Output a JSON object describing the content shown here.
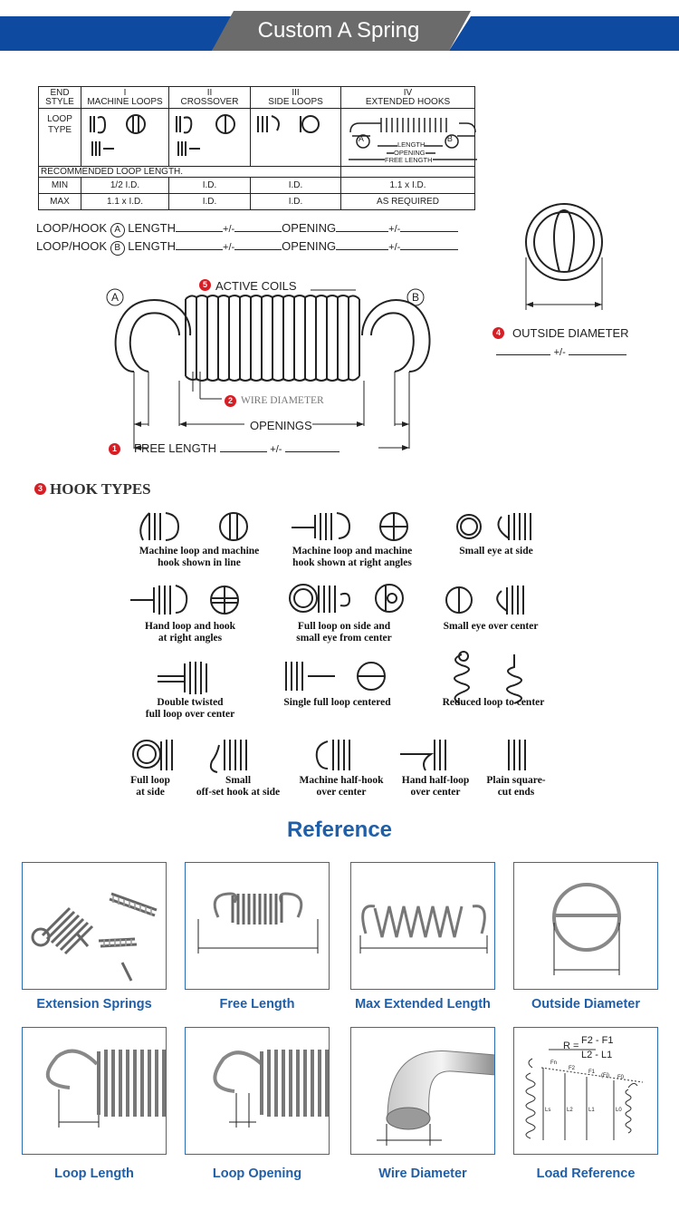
{
  "banner": {
    "title": "Custom A Spring",
    "color_dark": "#0d4aa0",
    "color_gray": "#6b6b6b"
  },
  "spec_table": {
    "corner_label_1": "END",
    "corner_label_2": "STYLE",
    "roman": [
      "I",
      "II",
      "III",
      "IV"
    ],
    "columns": [
      "MACHINE LOOPS",
      "CROSSOVER",
      "SIDE LOOPS",
      "EXTENDED HOOKS"
    ],
    "loop_type_1": "LOOP",
    "loop_type_2": "TYPE",
    "ext_length": "LENGTH",
    "ext_opening": "OPENING",
    "ext_free_length": "FREE LENGTH",
    "ext_a": "A",
    "ext_b": "B",
    "recommended": "RECOMMENDED LOOP LENGTH.",
    "min_label": "MIN",
    "max_label": "MAX",
    "min_values": [
      "1/2 I.D.",
      "I.D.",
      "I.D.",
      "1.1 x I.D."
    ],
    "max_values": [
      "1.1 x I.D.",
      "I.D.",
      "I.D.",
      "AS REQUIRED"
    ]
  },
  "form": {
    "line_a_prefix": "LOOP/HOOK",
    "line_a_letter": "A",
    "line_b_prefix": "LOOP/HOOK",
    "line_b_letter": "B",
    "length": "LENGTH",
    "plus_minus": "+/-",
    "opening": "OPENING"
  },
  "diagram": {
    "letter_a": "A",
    "letter_b": "B",
    "active_coils": "ACTIVE COILS",
    "wire_diameter": "WIRE DIAMETER",
    "openings": "OPENINGS",
    "free_length": "FREE LENGTH",
    "plus_minus": "+/-",
    "outside_diameter": "OUTSIDE DIAMETER",
    "badge_1": "1",
    "badge_2": "2",
    "badge_3": "3",
    "badge_4": "4",
    "badge_5": "5",
    "accent": "#d81e25"
  },
  "hook_types": {
    "title": "HOOK TYPES",
    "items": [
      {
        "line1": "Machine loop and machine",
        "line2": "hook shown in line"
      },
      {
        "line1": "Machine loop and machine",
        "line2": "hook shown at right angles"
      },
      {
        "line1": "Small eye at side",
        "line2": ""
      },
      {
        "line1": "Hand loop and hook",
        "line2": "at right angles"
      },
      {
        "line1": "Full loop on side and",
        "line2": "small eye from center"
      },
      {
        "line1": "Small eye over center",
        "line2": ""
      },
      {
        "line1": "Double twisted",
        "line2": "full loop over center"
      },
      {
        "line1": "Single full loop centered",
        "line2": ""
      },
      {
        "line1": "Reduced loop to center",
        "line2": ""
      },
      {
        "line1": "Full loop",
        "line2": "at side"
      },
      {
        "line1": "Small",
        "line2": "off-set hook at side"
      },
      {
        "line1": "Machine half-hook",
        "line2": "over center"
      },
      {
        "line1": "Hand half-loop",
        "line2": "over center"
      },
      {
        "line1": "Plain square-",
        "line2": "cut ends"
      }
    ]
  },
  "reference": {
    "title": "Reference",
    "accent": "#1f5ea8",
    "cards": [
      {
        "caption": "Extension Springs"
      },
      {
        "caption": "Free Length"
      },
      {
        "caption": "Max Extended Length"
      },
      {
        "caption": "Outside Diameter"
      },
      {
        "caption": "Loop Length"
      },
      {
        "caption": "Loop Opening"
      },
      {
        "caption": "Wire Diameter"
      },
      {
        "caption": "Load Reference"
      }
    ],
    "load_formula": {
      "r": "R =",
      "numerator": "F2 - F1",
      "denominator": "L2 - L1"
    },
    "load_labels": {
      "fn": "Fn",
      "f2": "F2",
      "f1": "F1",
      "fi": "(Fi)",
      "f0": "F0",
      "ls": "Ls",
      "l2": "L2",
      "l1": "L1",
      "l0": "L0"
    }
  }
}
